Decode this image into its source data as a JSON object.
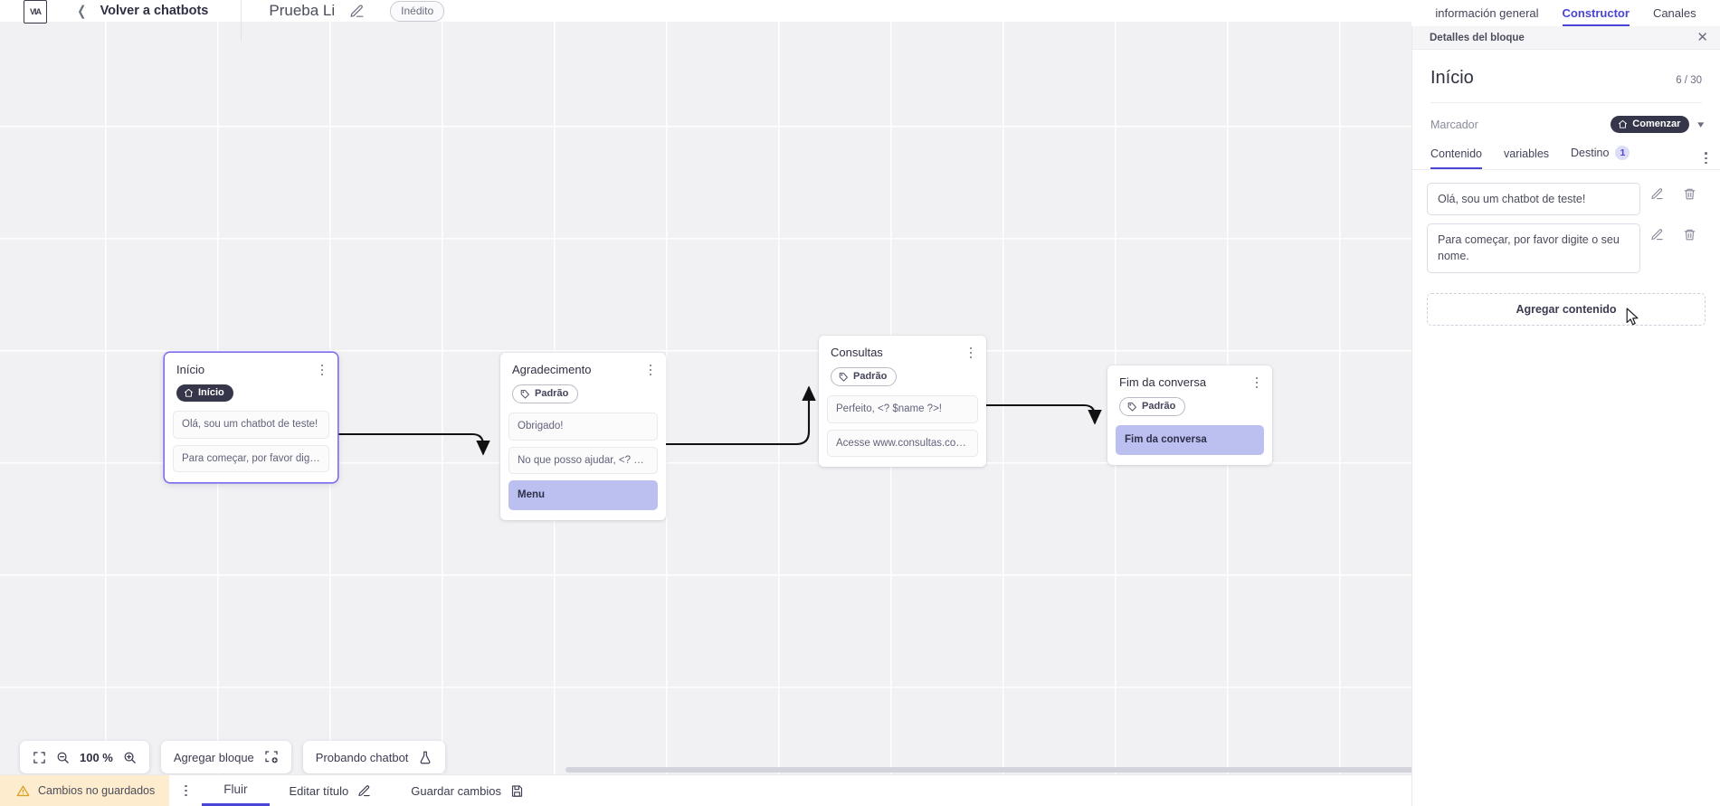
{
  "header": {
    "logo_label": "VIA",
    "back_label": "Volver a chatbots",
    "doc_title": "Prueba Li",
    "status_pill": "Inédito"
  },
  "right_tabs": [
    {
      "label": "información general",
      "active": false
    },
    {
      "label": "Constructor",
      "active": true
    },
    {
      "label": "Canales",
      "active": false
    }
  ],
  "canvas": {
    "nodes": [
      {
        "title": "Início",
        "tag": "Início",
        "tag_style": "dark",
        "tag_icon": "home-icon",
        "selected": true,
        "bubbles": [
          {
            "text": "Olá, sou um chatbot de teste!",
            "style": "plain"
          },
          {
            "text": "Para começar, por favor digite o ...",
            "style": "plain"
          }
        ]
      },
      {
        "title": "Agradecimento",
        "tag": "Padrão",
        "tag_style": "outline",
        "tag_icon": "tag-icon",
        "selected": false,
        "bubbles": [
          {
            "text": "Obrigado!",
            "style": "plain"
          },
          {
            "text": "No que posso ajudar, <? $name ...",
            "style": "plain"
          },
          {
            "text": "Menu",
            "style": "menu"
          }
        ]
      },
      {
        "title": "Consultas",
        "tag": "Padrão",
        "tag_style": "outline",
        "tag_icon": "tag-icon",
        "selected": false,
        "bubbles": [
          {
            "text": "Perfeito, <? $name ?>!",
            "style": "plain"
          },
          {
            "text": "Acesse www.consultas.com par...",
            "style": "plain"
          }
        ]
      },
      {
        "title": "Fim da conversa",
        "tag": "Padrão",
        "tag_style": "outline",
        "tag_icon": "tag-icon",
        "selected": false,
        "bubbles": [
          {
            "text": "Fim da conversa",
            "style": "menu"
          }
        ]
      }
    ]
  },
  "float_toolbar": {
    "fit_icon": "fit-screen-icon",
    "zoom_out_icon": "zoom-out-icon",
    "zoom_value": "100 %",
    "zoom_in_icon": "zoom-in-icon",
    "add_block_label": "Agregar bloque",
    "add_block_icon": "add-block-icon",
    "test_label": "Probando chatbot",
    "test_icon": "flask-icon"
  },
  "status_bar": {
    "unsaved_label": "Cambios no guardados",
    "warning_icon": "warning-triangle-icon",
    "kebab_icon": "kebab-menu-icon",
    "flow_tab": "Fluir",
    "edit_title_label": "Editar título",
    "edit_title_icon": "pencil-icon",
    "save_label": "Guardar cambios",
    "save_icon": "save-disk-icon"
  },
  "panel": {
    "bar_title": "Detalles del bloque",
    "close_icon": "close-icon",
    "block_title": "Início",
    "counter": "6 / 30",
    "marker_label": "Marcador",
    "marker_value": "Comenzar",
    "marker_icon": "home-icon",
    "marker_chevron": "chevron-down-icon",
    "tabs": [
      {
        "label": "Contenido",
        "active": true,
        "badge": ""
      },
      {
        "label": "variables",
        "active": false,
        "badge": ""
      },
      {
        "label": "Destino",
        "active": false,
        "badge": "1"
      }
    ],
    "items": [
      {
        "text": "Olá, sou um chatbot de teste!",
        "edit_icon": "pencil-icon",
        "delete_icon": "trash-icon"
      },
      {
        "text": "Para começar, por favor digite o seu nome.",
        "edit_icon": "pencil-icon",
        "delete_icon": "trash-icon"
      }
    ],
    "add_label": "Agregar contenido"
  },
  "colors": {
    "accent": "#4a45d6",
    "selected_border": "#7b6cf0",
    "menu_bubble": "#bcc0f0",
    "dark_tag": "#35364a",
    "unsaved_bg": "#fdeccd",
    "canvas_bg": "#f1f1f4"
  }
}
